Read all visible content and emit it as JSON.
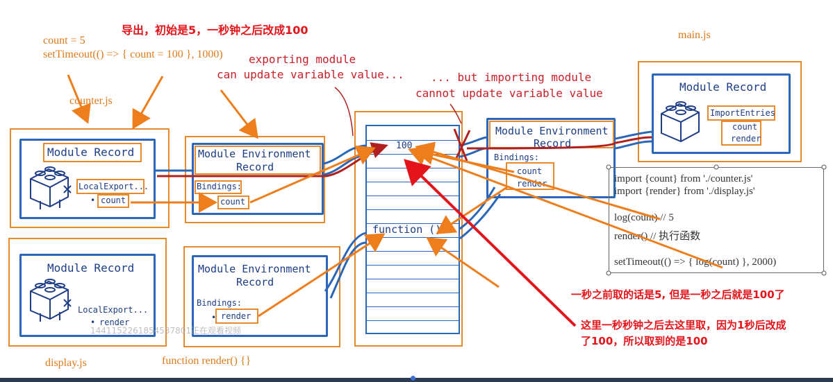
{
  "top_note": "导出，初始是5，一秒钟之后改成100",
  "code_left": {
    "line1": "count = 5",
    "line2": "setTimeout(() => { count = 100 }, 1000)"
  },
  "counter_label": "counter.js",
  "display_label": "display.js",
  "main_label": "main.js",
  "function_render_label": "function render() {}",
  "callout_exporting": {
    "line1": "exporting module",
    "line2": "can update variable value..."
  },
  "callout_importing": {
    "line1": "... but importing module",
    "line2": "cannot update variable value"
  },
  "module_record": "Module Record",
  "module_env_record": {
    "line1": "Module Environment",
    "line2": "Record"
  },
  "local_export": "LocalExport...",
  "import_entries": "ImportEntries",
  "bindings": "Bindings:",
  "bullet": "•",
  "count": "count",
  "render": "render",
  "stack_value": "100",
  "stack_function": "function ()",
  "watermark": "1441152261854537801正在观看视频",
  "code_main": {
    "line1": "import {count} from './counter.js'",
    "line2": "import {render} from './display.js'",
    "line3": "log(count) // 5",
    "line4": "render() // 执行函数",
    "line5": "setTimeout(() => {  log(count) }, 2000)"
  },
  "note_before": "一秒之前取的话是5, 但是一秒之后就是100了",
  "note_after": {
    "line1": "这里一秒秒钟之后去这里取，因为1秒后改成",
    "line2": "了100，所以取到的是100"
  },
  "colors": {
    "orange": "#e8892b",
    "blue": "#2a67b8",
    "red": "#e4141a",
    "navy": "#1d3d86"
  }
}
